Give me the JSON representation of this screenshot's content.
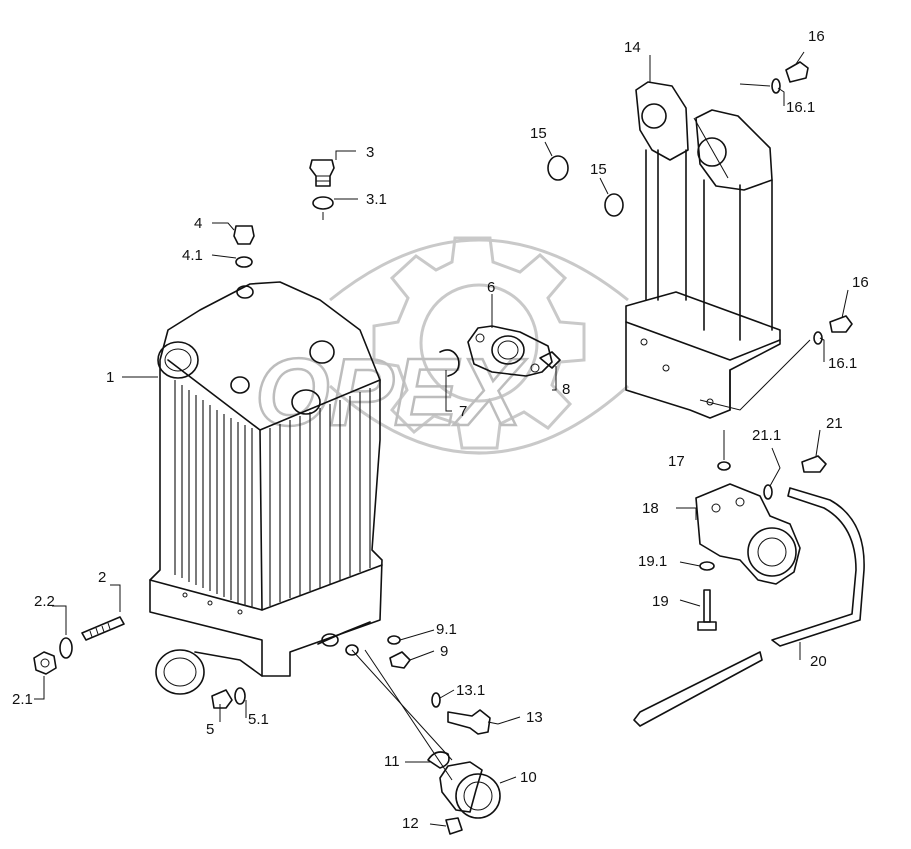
{
  "watermark": {
    "text": "OPEX",
    "color": "#bdbdbd"
  },
  "labels": [
    {
      "id": "1",
      "text": "1"
    },
    {
      "id": "2",
      "text": "2"
    },
    {
      "id": "2.1",
      "text": "2.1"
    },
    {
      "id": "2.2",
      "text": "2.2"
    },
    {
      "id": "3",
      "text": "3"
    },
    {
      "id": "3.1",
      "text": "3.1"
    },
    {
      "id": "4",
      "text": "4"
    },
    {
      "id": "4.1",
      "text": "4.1"
    },
    {
      "id": "5",
      "text": "5"
    },
    {
      "id": "5.1",
      "text": "5.1"
    },
    {
      "id": "6",
      "text": "6"
    },
    {
      "id": "7",
      "text": "7"
    },
    {
      "id": "8",
      "text": "8"
    },
    {
      "id": "9",
      "text": "9"
    },
    {
      "id": "9.1",
      "text": "9.1"
    },
    {
      "id": "10",
      "text": "10"
    },
    {
      "id": "11",
      "text": "11"
    },
    {
      "id": "12",
      "text": "12"
    },
    {
      "id": "13",
      "text": "13"
    },
    {
      "id": "13.1",
      "text": "13.1"
    },
    {
      "id": "14",
      "text": "14"
    },
    {
      "id": "15a",
      "text": "15"
    },
    {
      "id": "15b",
      "text": "15"
    },
    {
      "id": "16a",
      "text": "16"
    },
    {
      "id": "16.1a",
      "text": "16.1"
    },
    {
      "id": "16b",
      "text": "16"
    },
    {
      "id": "16.1b",
      "text": "16.1"
    },
    {
      "id": "17",
      "text": "17"
    },
    {
      "id": "18",
      "text": "18"
    },
    {
      "id": "19",
      "text": "19"
    },
    {
      "id": "19.1",
      "text": "19.1"
    },
    {
      "id": "20",
      "text": "20"
    },
    {
      "id": "21",
      "text": "21"
    },
    {
      "id": "21.1",
      "text": "21.1"
    }
  ]
}
